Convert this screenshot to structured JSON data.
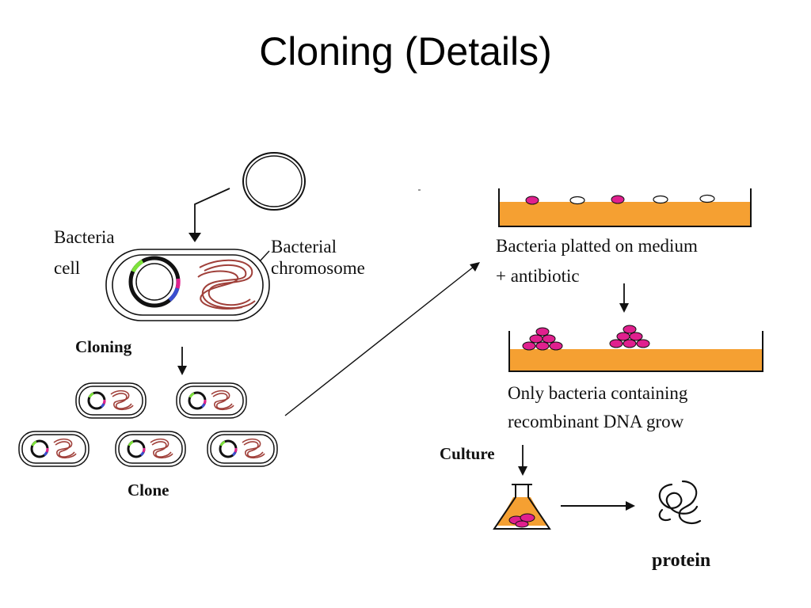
{
  "title": "Cloning (Details)",
  "labels": {
    "bacteria_cell_1": "Bacteria",
    "bacteria_cell_2": "cell",
    "bacterial_chromosome_1": "Bacterial",
    "bacterial_chromosome_2": "chromosome",
    "cloning": "Cloning",
    "clone": "Clone",
    "plated_1": "Bacteria platted on medium",
    "plated_2": "+ antibiotic",
    "only_1": "Only bacteria containing",
    "only_2": "recombinant DNA grow",
    "culture": "Culture",
    "protein": "protein"
  },
  "colors": {
    "medium": "#f5a032",
    "colony": "#e0208e",
    "chromosome": "#a0403a",
    "plasmid_marker_green": "#7de23a",
    "plasmid_marker_blue": "#3a4fd0",
    "plasmid_marker_pink": "#e0208e"
  }
}
